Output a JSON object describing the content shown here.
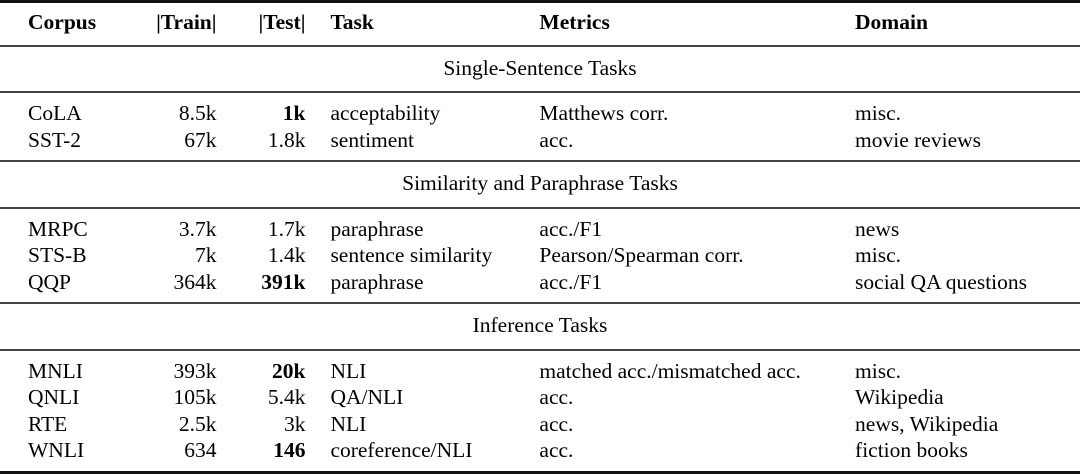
{
  "table": {
    "columns": [
      {
        "key": "corpus",
        "label": "Corpus",
        "align": "left"
      },
      {
        "key": "train",
        "label": "|Train|",
        "align": "right"
      },
      {
        "key": "test",
        "label": "|Test|",
        "align": "right"
      },
      {
        "key": "task",
        "label": "Task",
        "align": "left"
      },
      {
        "key": "metrics",
        "label": "Metrics",
        "align": "left"
      },
      {
        "key": "domain",
        "label": "Domain",
        "align": "left"
      }
    ],
    "sections": [
      {
        "title": "Single-Sentence Tasks",
        "rows": [
          {
            "corpus": "CoLA",
            "train": "8.5k",
            "test": "1k",
            "test_bold": true,
            "task": "acceptability",
            "metrics": "Matthews corr.",
            "domain": "misc."
          },
          {
            "corpus": "SST-2",
            "train": "67k",
            "test": "1.8k",
            "test_bold": false,
            "task": "sentiment",
            "metrics": "acc.",
            "domain": "movie reviews"
          }
        ]
      },
      {
        "title": "Similarity and Paraphrase Tasks",
        "rows": [
          {
            "corpus": "MRPC",
            "train": "3.7k",
            "test": "1.7k",
            "test_bold": false,
            "task": "paraphrase",
            "metrics": "acc./F1",
            "domain": "news"
          },
          {
            "corpus": "STS-B",
            "train": "7k",
            "test": "1.4k",
            "test_bold": false,
            "task": "sentence similarity",
            "metrics": "Pearson/Spearman corr.",
            "domain": "misc."
          },
          {
            "corpus": "QQP",
            "train": "364k",
            "test": "391k",
            "test_bold": true,
            "task": "paraphrase",
            "metrics": "acc./F1",
            "domain": "social QA questions"
          }
        ]
      },
      {
        "title": "Inference Tasks",
        "rows": [
          {
            "corpus": "MNLI",
            "train": "393k",
            "test": "20k",
            "test_bold": true,
            "task": "NLI",
            "metrics": "matched acc./mismatched acc.",
            "domain": "misc."
          },
          {
            "corpus": "QNLI",
            "train": "105k",
            "test": "5.4k",
            "test_bold": false,
            "task": "QA/NLI",
            "metrics": "acc.",
            "domain": "Wikipedia"
          },
          {
            "corpus": "RTE",
            "train": "2.5k",
            "test": "3k",
            "test_bold": false,
            "task": "NLI",
            "metrics": "acc.",
            "domain": "news, Wikipedia"
          },
          {
            "corpus": "WNLI",
            "train": "634",
            "test": "146",
            "test_bold": true,
            "task": "coreference/NLI",
            "metrics": "acc.",
            "domain": "fiction books"
          }
        ]
      }
    ]
  },
  "colors": {
    "text": "#000000",
    "heavy_rule": "#111111",
    "light_rule": "#444444",
    "background": "#ffffff"
  }
}
